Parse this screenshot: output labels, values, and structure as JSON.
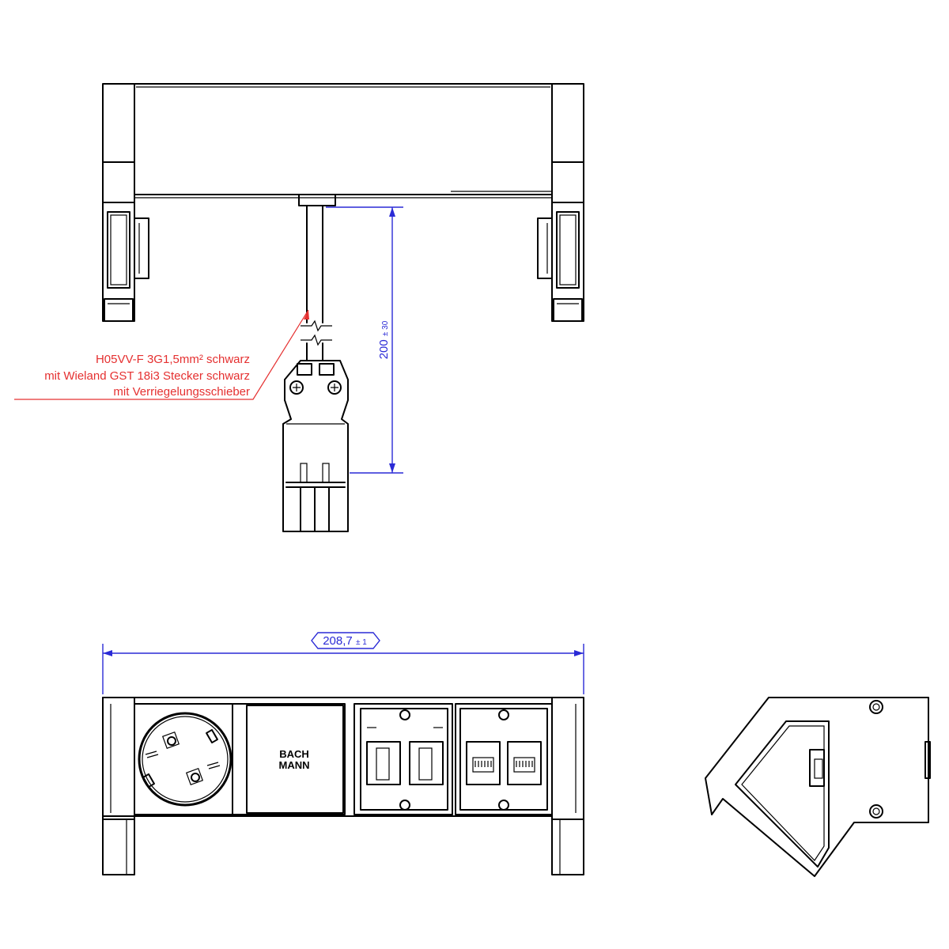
{
  "annotation": {
    "lines": [
      "H05VV-F 3G1,5mm² schwarz",
      "mit Wieland GST 18i3 Stecker schwarz",
      "mit Verriegelungsschieber"
    ]
  },
  "dimensions": {
    "cable_length": {
      "value": "200",
      "tolerance": "± 30"
    },
    "width": {
      "value": "208,7",
      "tolerance": "± 1"
    }
  },
  "logo": {
    "line1": "BACH",
    "line2": "MANN"
  },
  "colors": {
    "dimension": "#2a2ad6",
    "annotation": "#e53030",
    "lines": "#000000"
  }
}
